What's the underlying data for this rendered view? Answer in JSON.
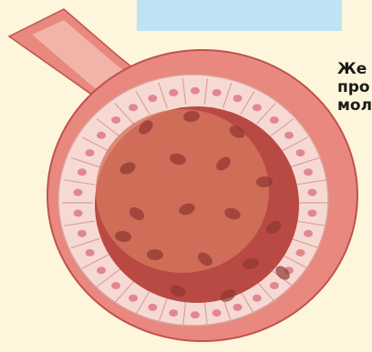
{
  "diagram": {
    "label_lines": [
      "Же",
      "про",
      "мол"
    ],
    "colors": {
      "background": "#fdf6dc",
      "sky_band": "#bfe3f5",
      "outer_wall": "#e8887f",
      "outer_wall_dark": "#c0524c",
      "duct_wall": "#f2b3a8",
      "epithelium": "#f7d9d3",
      "cell_border": "#d9a29a",
      "nucleus": "#d96c78",
      "lumen": "#b94a43",
      "lumen_light": "#d5765e",
      "lumen_nucleus": "#8f3632"
    }
  }
}
